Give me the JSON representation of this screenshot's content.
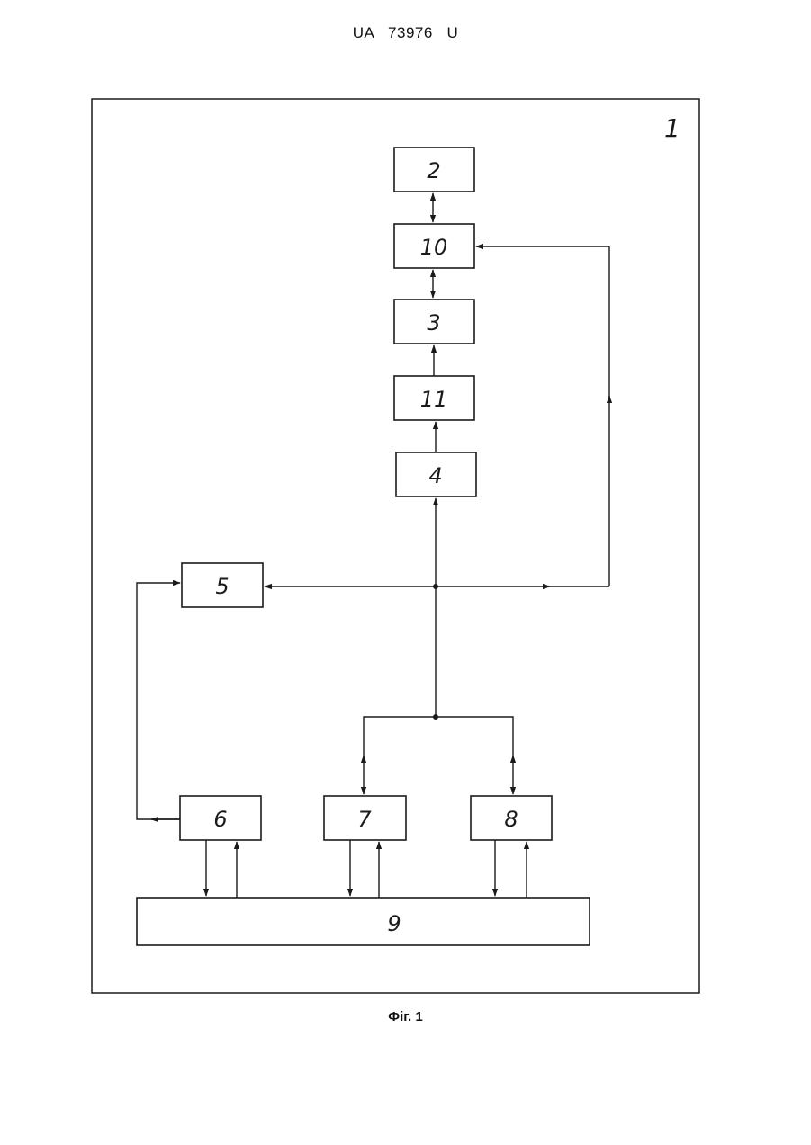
{
  "header": {
    "document_number": "UA   73976   U"
  },
  "figure": {
    "reference_label": "1",
    "caption": "Фіг. 1",
    "blocks": [
      {
        "id": "block-2",
        "label": "2"
      },
      {
        "id": "block-10",
        "label": "10"
      },
      {
        "id": "block-3",
        "label": "3"
      },
      {
        "id": "block-11",
        "label": "11"
      },
      {
        "id": "block-4",
        "label": "4"
      },
      {
        "id": "block-5",
        "label": "5"
      },
      {
        "id": "block-6",
        "label": "6"
      },
      {
        "id": "block-7",
        "label": "7"
      },
      {
        "id": "block-8",
        "label": "8"
      },
      {
        "id": "block-9",
        "label": "9"
      }
    ]
  }
}
